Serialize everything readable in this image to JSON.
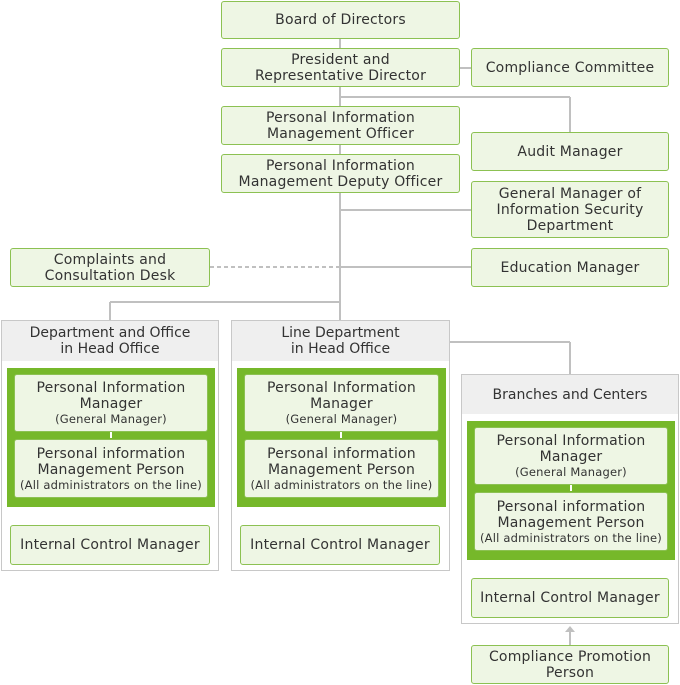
{
  "top": {
    "board": "Board of Directors",
    "president": [
      "President and",
      "Representative Director"
    ],
    "compliance_committee": "Compliance Committee",
    "pim_officer": [
      "Personal Information",
      "Management Officer"
    ],
    "audit_manager": "Audit Manager",
    "pim_deputy": [
      "Personal Information",
      "Management Deputy Officer"
    ],
    "gm_security": [
      "General Manager of",
      "Information Security",
      "Department"
    ],
    "complaints": [
      "Complaints and",
      "Consultation Desk"
    ],
    "education": "Education Manager"
  },
  "panels": [
    {
      "title": [
        "Department and Office",
        "in Head Office"
      ],
      "pi_manager": [
        "Personal Information",
        "Manager"
      ],
      "pi_manager_note": "(General Manager)",
      "pi_person": [
        "Personal information",
        "Management Person"
      ],
      "pi_person_note": "(All administrators on the line)",
      "internal_control": "Internal Control Manager"
    },
    {
      "title": [
        "Line Department",
        "in Head Office"
      ],
      "pi_manager": [
        "Personal Information",
        "Manager"
      ],
      "pi_manager_note": "(General Manager)",
      "pi_person": [
        "Personal information",
        "Management Person"
      ],
      "pi_person_note": "(All administrators on the line)",
      "internal_control": "Internal Control Manager"
    },
    {
      "title": [
        "Branches and Centers"
      ],
      "pi_manager": [
        "Personal Information",
        "Manager"
      ],
      "pi_manager_note": "(General Manager)",
      "pi_person": [
        "Personal information",
        "Management Person"
      ],
      "pi_person_note": "(All administrators on the line)",
      "internal_control": "Internal Control Manager"
    }
  ],
  "compliance_promotion": [
    "Compliance Promotion",
    "Person"
  ],
  "colors": {
    "box_fill": "#eef6e4",
    "box_border": "#8cc152",
    "accent_green": "#76b82a",
    "line": "#c0c0c0"
  }
}
